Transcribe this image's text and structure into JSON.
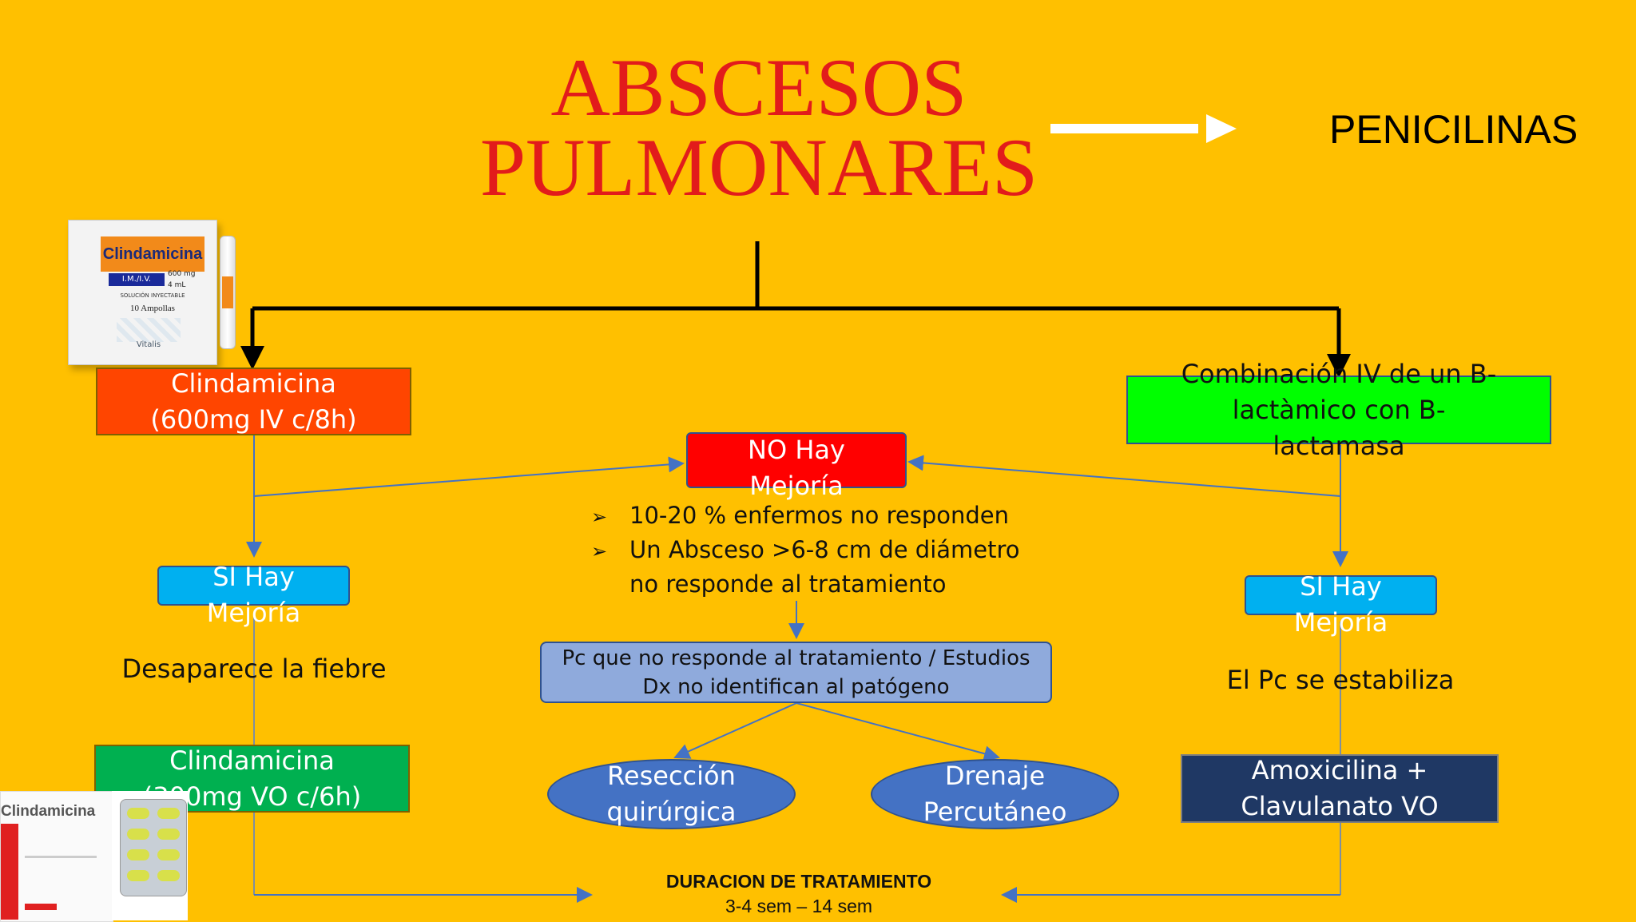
{
  "title": {
    "line1": "ABSCESOS",
    "line2": "PULMONARES"
  },
  "penicilinas": "PENICILINAS",
  "left": {
    "drug_box": "Clindamicina (600mg IV c/8h)",
    "si_mejoria": "SI Hay Mejoría",
    "result": "Desaparece la fiebre",
    "oral_box": "Clindamicina (300mg VO c/6h)",
    "pkg1": {
      "brand": "Clindamicina",
      "route": "I.M./I.V.",
      "dose": "600 mg",
      "vol": "4 mL",
      "sol": "SOLUCIÓN INYECTABLE",
      "count": "10 Ampollas",
      "maker": "Vitalis"
    },
    "pkg2": {
      "brand": "Clindamicina"
    }
  },
  "right": {
    "combo_box": "Combinación IV de un B-lactàmico con B- lactamasa",
    "si_mejoria": "SI Hay Mejoría",
    "result": "El Pc se estabiliza",
    "oral_box": "Amoxicilina + Clavulanato VO"
  },
  "center": {
    "no_mejoria": "NO Hay Mejoría",
    "bullets": [
      "10-20 % enfermos no responden",
      "Un Absceso >6-8 cm de diámetro",
      "no responde al tratamiento"
    ],
    "pc_box": "Pc que no responde al tratamiento / Estudios Dx no identifican al patógeno",
    "reseccion": "Resección quirúrgica",
    "drenaje": "Drenaje Percutáneo"
  },
  "duration": {
    "heading": "DURACION DE TRATAMIENTO",
    "value": "3-4 sem – 14 sem"
  },
  "colors": {
    "background": "#ffc000",
    "title": "#e21b1b",
    "red_box": "#ff4500",
    "green_box": "#00ff00",
    "blue_box": "#00b0f0",
    "dark_box": "#1f3864",
    "light_blue": "#8faadc",
    "ellipse": "#4472c4"
  }
}
